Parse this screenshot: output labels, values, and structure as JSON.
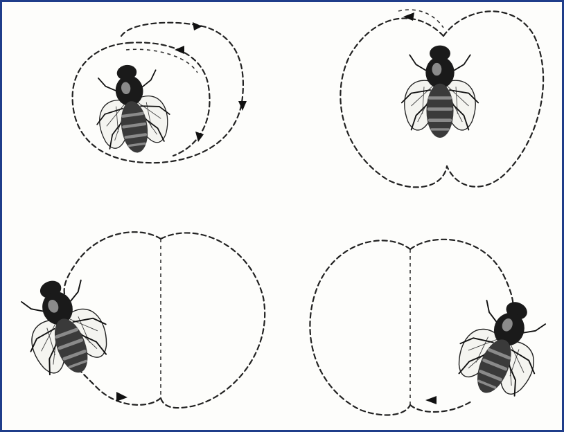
{
  "figure": {
    "panels": [
      {
        "id": "round-dance-1",
        "pattern": "circling"
      },
      {
        "id": "round-dance-2",
        "pattern": "figure-eight"
      },
      {
        "id": "waggle-transition-1",
        "pattern": "two-loop"
      },
      {
        "id": "waggle-transition-2",
        "pattern": "two-loop"
      }
    ],
    "colors": {
      "border": "#1f3d8a",
      "ink": "#222222",
      "paper": "#fdfdfb"
    },
    "icons": [
      "bee-icon",
      "arrow-icon"
    ]
  }
}
